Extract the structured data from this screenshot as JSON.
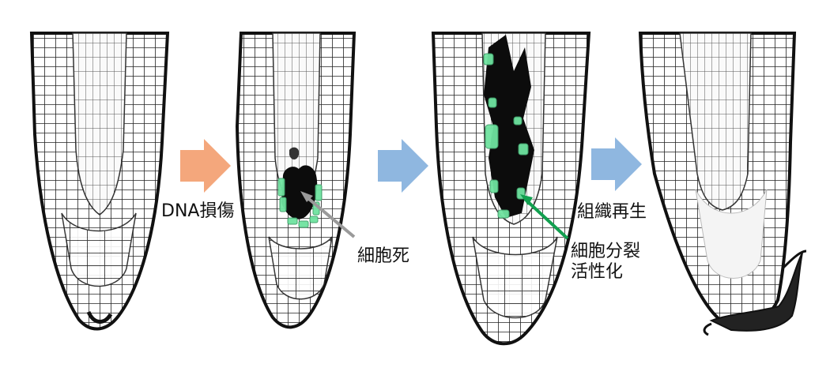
{
  "labels": {
    "dna_damage": "DNA損傷",
    "cell_death": "細胞死",
    "division_activation_line1": "細胞分裂",
    "division_activation_line2": "活性化",
    "tissue_regeneration": "組織再生"
  },
  "colors": {
    "arrow_damage": "#f4a77c",
    "arrow_blue": "#8fb7e0",
    "highlight_green": "#6fe3a0",
    "pointer_gray": "#9a9a9a",
    "pointer_green": "#12a050",
    "cell_wall": "#1a1a1a",
    "dead_tissue": "#0c0c0c"
  },
  "icons": [
    "right-arrow-icon",
    "right-arrow-icon",
    "right-arrow-icon"
  ]
}
